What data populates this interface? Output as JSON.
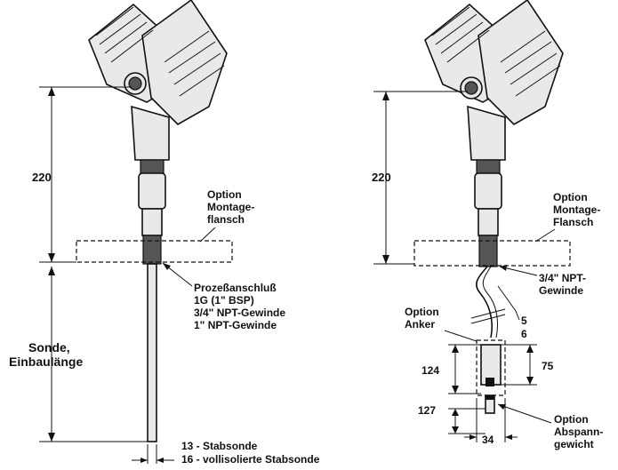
{
  "left": {
    "dim_220": "220",
    "flange_option": [
      "Option",
      "Montage-",
      "flansch"
    ],
    "process_connection": [
      "Prozeßanschluß",
      "1G (1\" BSP)",
      "3/4\" NPT-Gewinde",
      "1\" NPT-Gewinde"
    ],
    "probe_length": [
      "Sonde,",
      "Einbaulänge"
    ],
    "rod_sizes": [
      "13 - Stabsonde",
      "16 - vollisolierte Stabsonde"
    ]
  },
  "right": {
    "dim_220": "220",
    "flange_option": [
      "Option",
      "Montage-",
      "Flansch"
    ],
    "thread": [
      "3/4\" NPT-",
      "Gewinde"
    ],
    "anchor_option": [
      "Option",
      "Anker"
    ],
    "cable_sizes": [
      "5",
      "6"
    ],
    "dim_124": "124",
    "dim_75": "75",
    "dim_127": "127",
    "dim_34": "34",
    "weight_option": [
      "Option",
      "Abspann-",
      "gewicht"
    ]
  }
}
